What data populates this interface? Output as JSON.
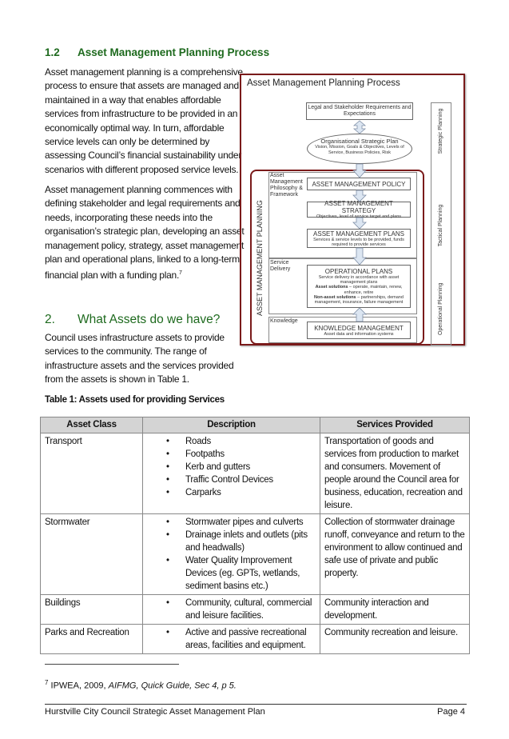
{
  "section12": {
    "number": "1.2",
    "title": "Asset Management Planning Process",
    "p1": [
      "Asset management planning is a comprehensive",
      "process to ensure that assets are managed and",
      "maintained in a way that enables affordable",
      "services from infrastructure to be provided in an",
      "economically optimal way.  In turn, affordable",
      "service levels can only be determined by",
      "assessing Council’s financial sustainability under",
      "scenarios with different proposed service levels."
    ],
    "p2": [
      "Asset management planning commences with",
      "defining stakeholder and legal requirements and",
      "needs, incorporating these needs into the",
      "organisation’s strategic plan, developing an asset",
      "management policy, strategy, asset management",
      "plan and operational plans, linked to a long-term",
      "financial plan with a funding plan."
    ],
    "footnote_ref": "7"
  },
  "diagram": {
    "title": "Asset Management Planning Process",
    "legal": "Legal and Stakeholder Requirements and Expectations",
    "osp_title": "Organisational Strategic Plan",
    "osp_sub": "Vision, Mission, Goals & Objectives, Levels of Service, Business Policies, Risk",
    "amp_vertical": "ASSET MANAGEMENT PLANNING",
    "panel1": "Asset Management Philosophy & Framework",
    "panel2": "Service Delivery",
    "panel3": "Knowledge",
    "policy": "ASSET MANAGEMENT POLICY",
    "strategy": "ASSET MANAGEMENT STRATEGY",
    "strategy_sub": "Objectives, level of service target and plans",
    "plans": "ASSET MANAGEMENT PLANS",
    "plans_sub": "Services & service levels to be provided, funds required to provide services",
    "op": "OPERATIONAL PLANS",
    "op_sub": "Service delivery in accordance with asset management plans",
    "op_asset_b": "Asset solutions",
    "op_asset": " – operate, maintain, renew, enhance, retire",
    "op_non_b": "Non-asset solutions",
    "op_non": " – partnerships, demand management, insurance, failure management",
    "km": "KNOWLEDGE MANAGEMENT",
    "km_sub": "Asset data and information systems",
    "side": [
      "Strategic Planning",
      "Tactical Planning",
      "Operational Planning"
    ]
  },
  "section2": {
    "number": "2.",
    "title": "What Assets do we have?",
    "p": [
      "Council uses infrastructure assets to provide",
      "services to the community.  The range of",
      "infrastructure assets and the services provided",
      "from the assets is shown in Table 1."
    ]
  },
  "table": {
    "caption": "Table 1: Assets used for providing Services",
    "headers": [
      "Asset Class",
      "Description",
      "Services Provided"
    ],
    "rows": [
      {
        "cls": "Transport",
        "items": [
          "Roads",
          "Footpaths",
          "Kerb and gutters",
          "Traffic Control Devices",
          "Carparks"
        ],
        "svc": "Transportation of goods and services from production to market and consumers. Movement of people around the Council area for business, education, recreation and leisure."
      },
      {
        "cls": "Stormwater",
        "items": [
          "Stormwater pipes and culverts",
          "Drainage inlets and outlets (pits and headwalls)",
          "Water Quality Improvement Devices (eg. GPTs, wetlands, sediment basins etc.)"
        ],
        "svc": "Collection of stormwater drainage runoff, conveyance and return to the environment to allow continued and safe use of private and public property."
      },
      {
        "cls": "Buildings",
        "items": [
          "Community, cultural, commercial and leisure facilities."
        ],
        "svc": "Community interaction and development."
      },
      {
        "cls": "Parks and Recreation",
        "items": [
          "Active and passive recreational areas, facilities and equipment."
        ],
        "svc": "Community recreation and leisure."
      }
    ]
  },
  "footnote": {
    "num": "7",
    "text_plain": " IPWEA, 2009, ",
    "text_italic": "AIFMG, Quick Guide, Sec 4, p 5."
  },
  "footer": {
    "left": "Hurstville City Council Strategic Asset Management Plan",
    "right": "Page 4"
  }
}
